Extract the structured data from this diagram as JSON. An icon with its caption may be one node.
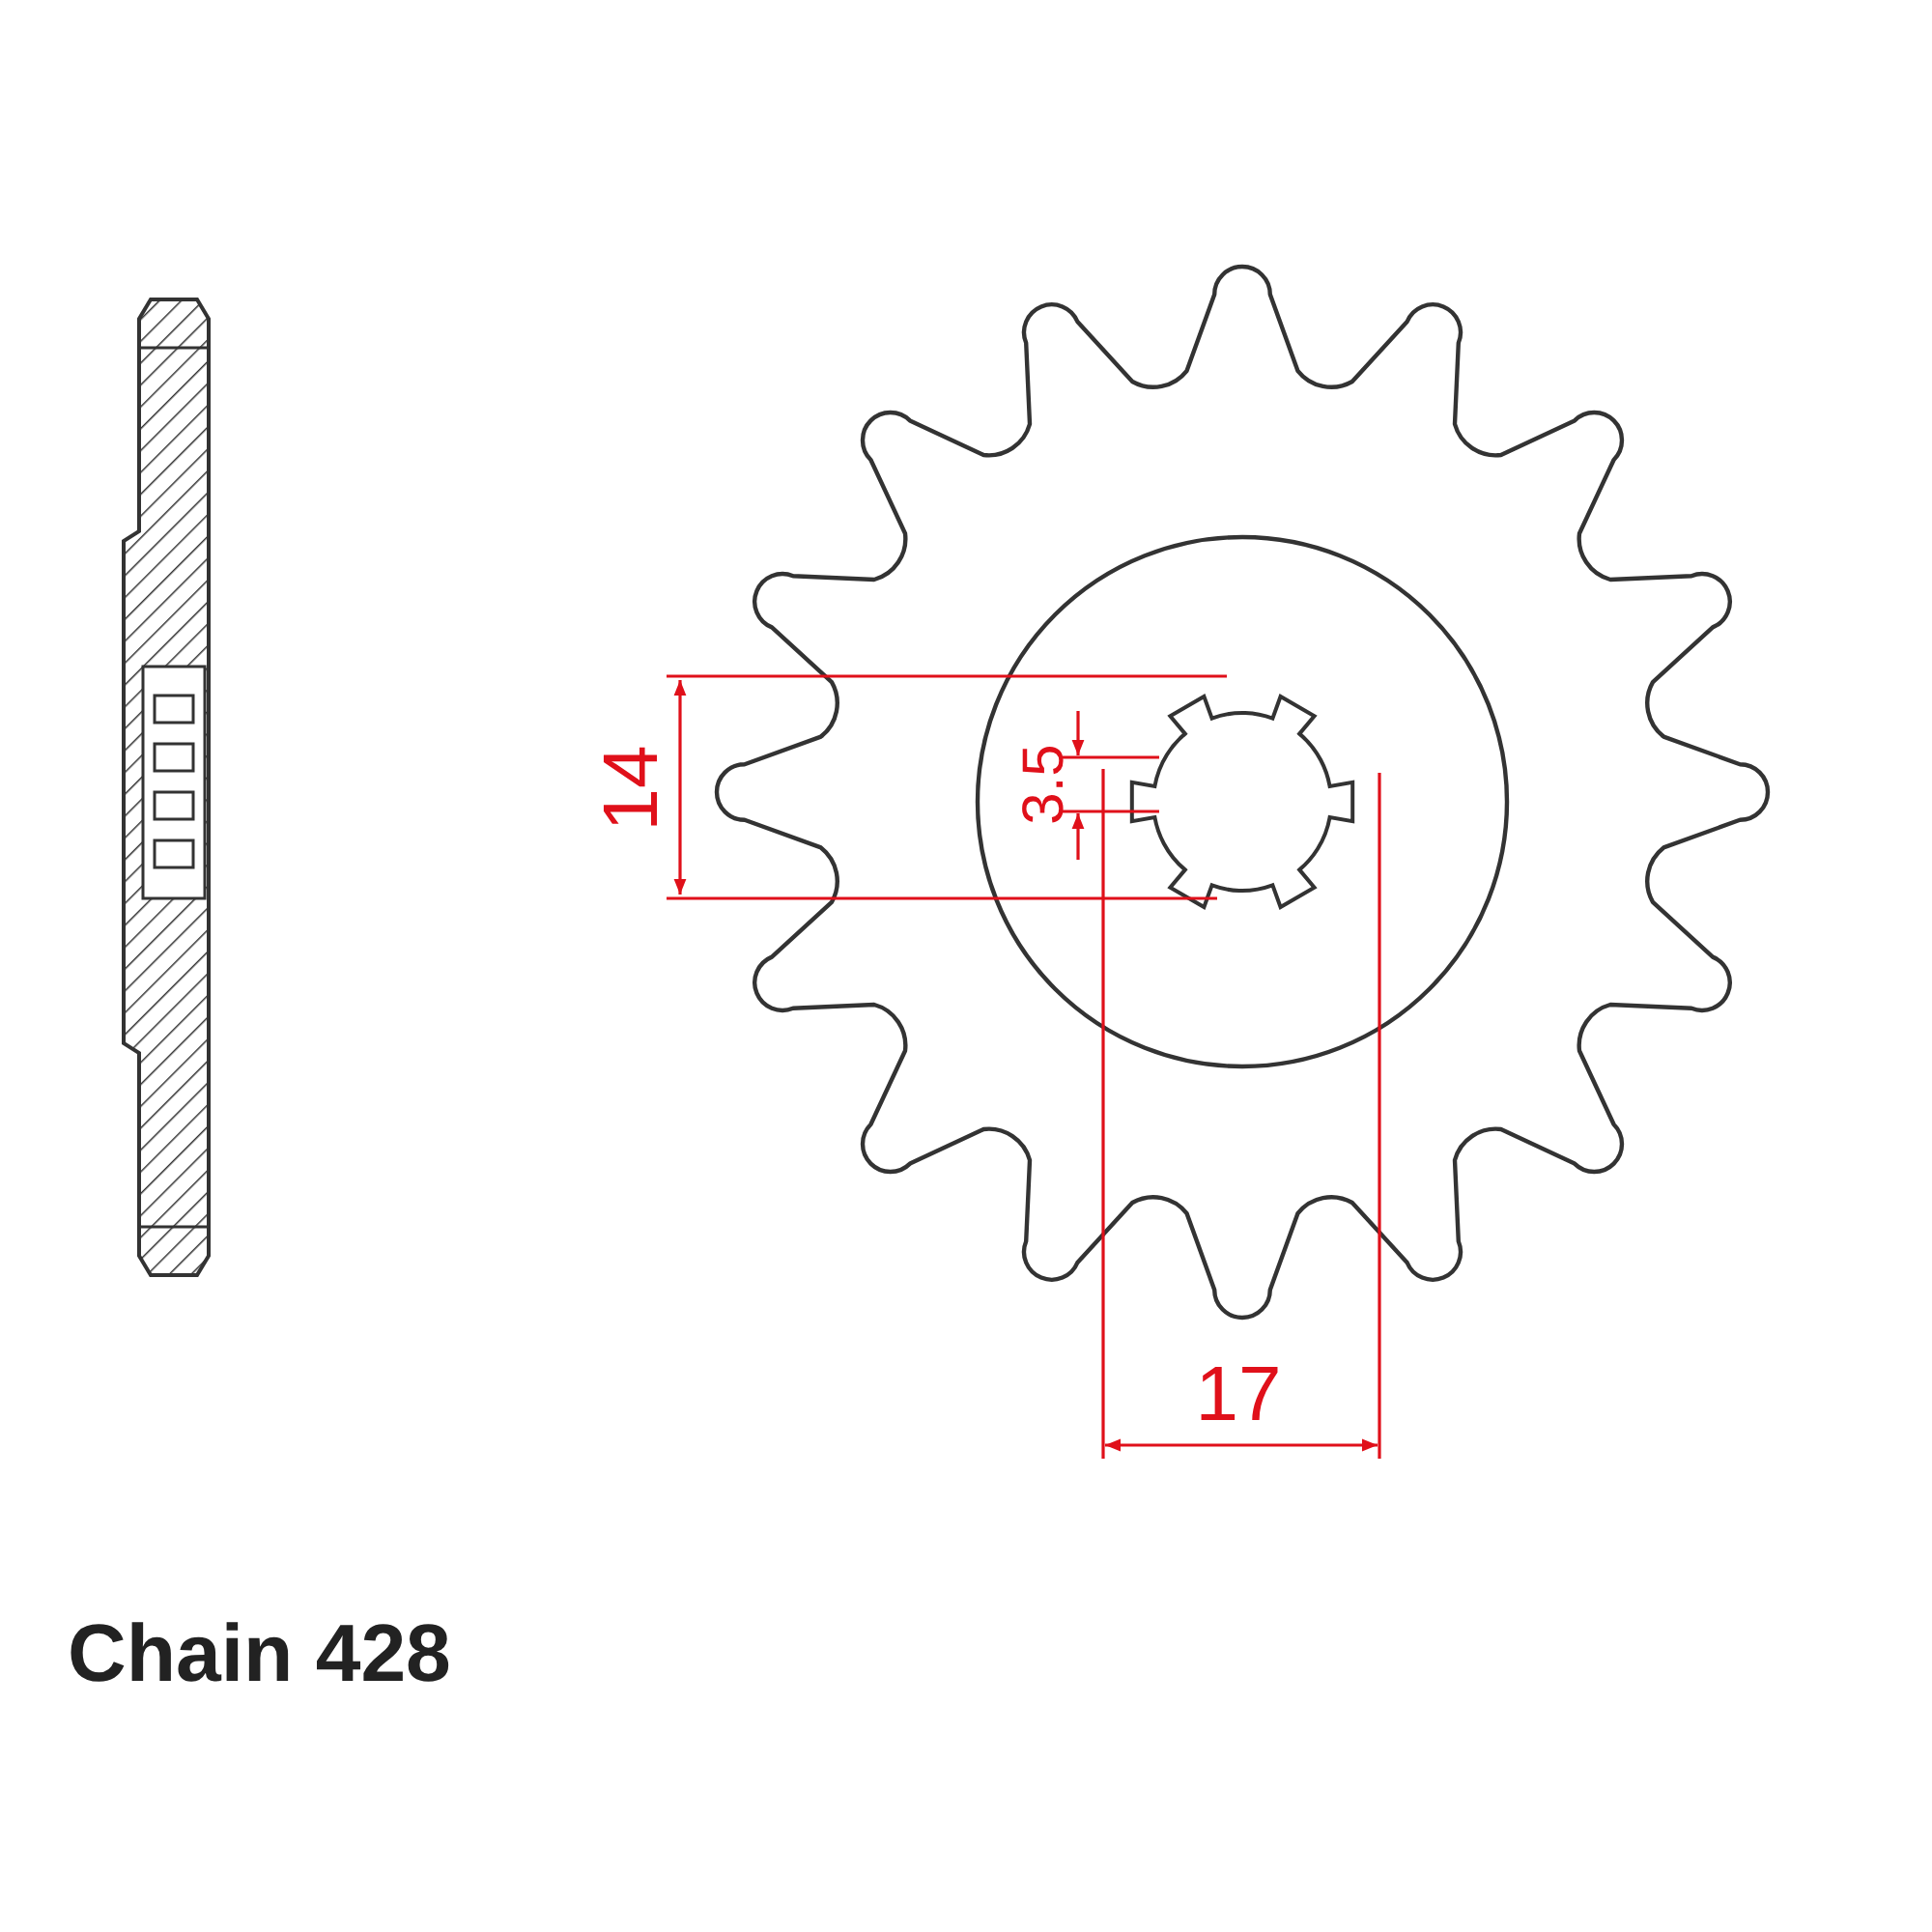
{
  "diagram": {
    "labels": [
      "14",
      "3.5",
      "17",
      "Chain 428"
    ]
  }
}
